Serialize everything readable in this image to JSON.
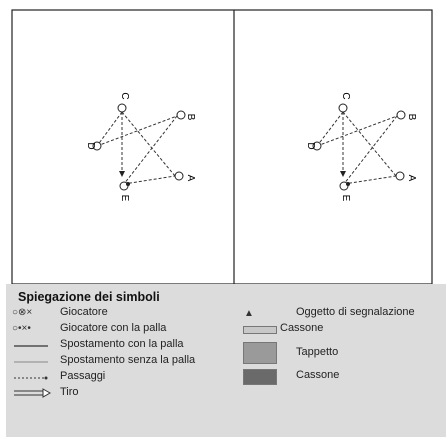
{
  "panels": [
    {
      "players": [
        {
          "id": "A",
          "label": "A"
        },
        {
          "id": "B",
          "label": "B"
        },
        {
          "id": "C",
          "label": "C"
        },
        {
          "id": "D",
          "label": "D"
        },
        {
          "id": "E",
          "label": "E"
        }
      ]
    },
    {
      "players": [
        {
          "id": "A",
          "label": "A"
        },
        {
          "id": "B",
          "label": "B"
        },
        {
          "id": "C",
          "label": "C"
        },
        {
          "id": "D",
          "label": "D"
        },
        {
          "id": "E",
          "label": "E"
        }
      ]
    }
  ],
  "legend": {
    "title": "Spiegazione dei simboli",
    "left": [
      {
        "symbol": "○⊗×",
        "label": "Giocatore"
      },
      {
        "symbol": "○•×•",
        "label": "Giocatore con la palla"
      },
      {
        "symbol": "",
        "label": "Spostamento con la palla"
      },
      {
        "symbol": "",
        "label": "Spostamento senza la palla"
      },
      {
        "symbol": "",
        "label": "Passaggi"
      },
      {
        "symbol": "",
        "label": "Tiro"
      }
    ],
    "right": [
      {
        "symbol": "▲",
        "label": "Oggetto di segnalazione"
      },
      {
        "symbol": "",
        "label": "Cassone"
      },
      {
        "symbol": "",
        "label": "Tappetto"
      },
      {
        "symbol": "",
        "label": "Cassone"
      }
    ]
  }
}
